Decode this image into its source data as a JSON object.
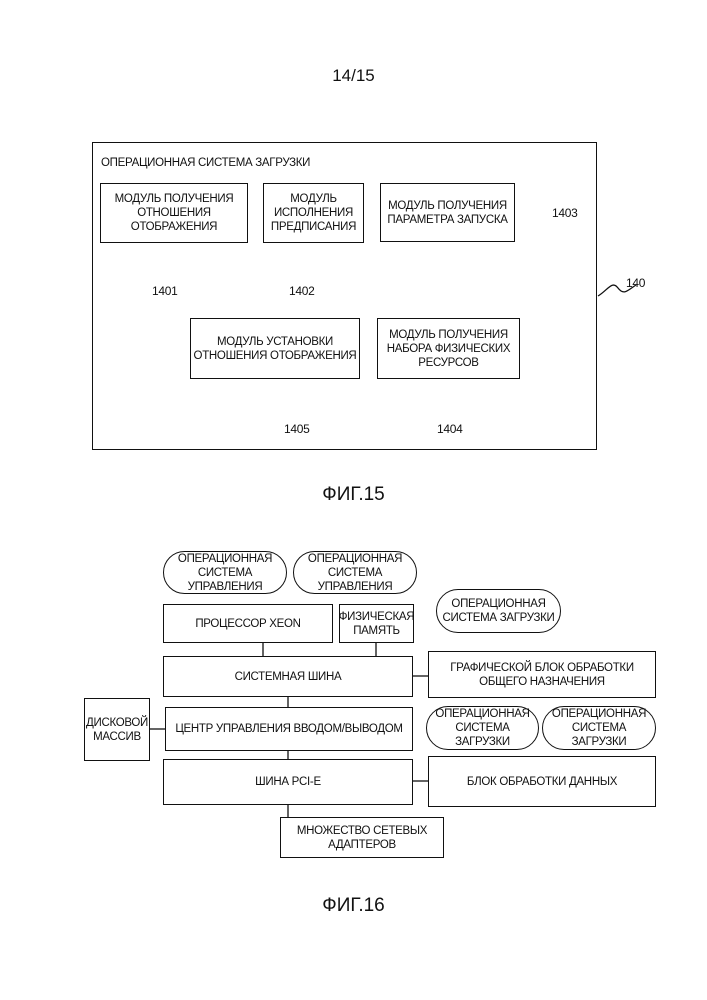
{
  "page_number": "14/15",
  "fig15": {
    "caption": "ФИГ.15",
    "container_title": "ОПЕРАЦИОННАЯ СИСТЕМА ЗАГРУЗКИ",
    "container_ref": "140",
    "modules": {
      "m1401": {
        "text": "МОДУЛЬ ПОЛУЧЕНИЯ\nОТНОШЕНИЯ ОТОБРАЖЕНИЯ",
        "ref": "1401"
      },
      "m1402": {
        "text": "МОДУЛЬ\nИСПОЛНЕНИЯ\nПРЕДПИСАНИЯ",
        "ref": "1402"
      },
      "m1403": {
        "text": "МОДУЛЬ ПОЛУЧЕНИЯ\nПАРАМЕТРА ЗАПУСКА",
        "ref": "1403"
      },
      "m1404": {
        "text": "МОДУЛЬ ПОЛУЧЕНИЯ\nНАБОРА ФИЗИЧЕСКИХ\nРЕСУРСОВ",
        "ref": "1404"
      },
      "m1405": {
        "text": "МОДУЛЬ УСТАНОВКИ\nОТНОШЕНИЯ ОТОБРАЖЕНИЯ",
        "ref": "1405"
      }
    }
  },
  "fig16": {
    "caption": "ФИГ.16",
    "os_control_1": "ОПЕРАЦИОННАЯ\nСИСТЕМА УПРАВЛЕНИЯ",
    "os_control_2": "ОПЕРАЦИОННАЯ\nСИСТЕМА УПРАВЛЕНИЯ",
    "os_boot_top": "ОПЕРАЦИОННАЯ\nСИСТЕМА ЗАГРУЗКИ",
    "processor": "ПРОЦЕССОР XEON",
    "phys_memory": "ФИЗИЧЕСКАЯ\nПАМЯТЬ",
    "system_bus": "СИСТЕМНАЯ ШИНА",
    "gpu_block": "ГРАФИЧЕСКОЙ БЛОК ОБРАБОТКИ\nОБЩЕГО НАЗНАЧЕНИЯ",
    "disk_array": "ДИСКОВОЙ\nМАССИВ",
    "io_hub": "ЦЕНТР УПРАВЛЕНИЯ ВВОДОМ/ВЫВОДОМ",
    "os_boot_left": "ОПЕРАЦИОННАЯ\nСИСТЕМА ЗАГРУЗКИ",
    "os_boot_right": "ОПЕРАЦИОННАЯ\nСИСТЕМА ЗАГРУЗКИ",
    "pcie_bus": "ШИНА PCI-E",
    "data_block": "БЛОК ОБРАБОТКИ ДАННЫХ",
    "net_adapters": "МНОЖЕСТВО СЕТЕВЫХ\nАДАПТЕРОВ"
  }
}
